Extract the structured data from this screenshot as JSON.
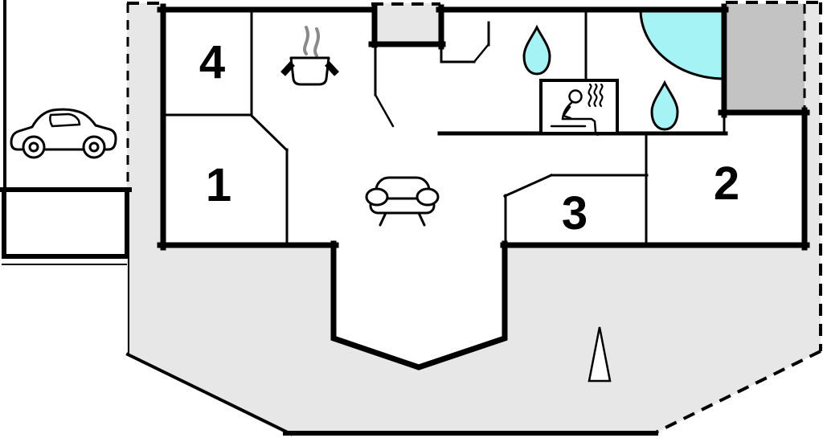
{
  "plan": {
    "type": "house-floor-plan",
    "room_labels": {
      "r1": "1",
      "r2": "2",
      "r3": "3",
      "r4": "4"
    },
    "features": {
      "parking": "car-icon",
      "kitchen": "cooking-pot-icon",
      "bathroom_1": "water-drop-icon",
      "bathroom_2": "water-drop-icon",
      "sauna": "sauna-person-icon",
      "shower": "corner-shower-quarter-circle",
      "living_room": "sofa-icon",
      "garden": "tree-icon",
      "plot_boundary": "dashed-line",
      "terrace": "gray-area",
      "shed": "dark-gray-square"
    }
  },
  "colors": {
    "plot": "#e7e7e7",
    "shed": "#c3c3c3",
    "water": "#a6f3f6",
    "wall": "#000000",
    "steam": "#8a8a8a",
    "paper": "#ffffff"
  }
}
